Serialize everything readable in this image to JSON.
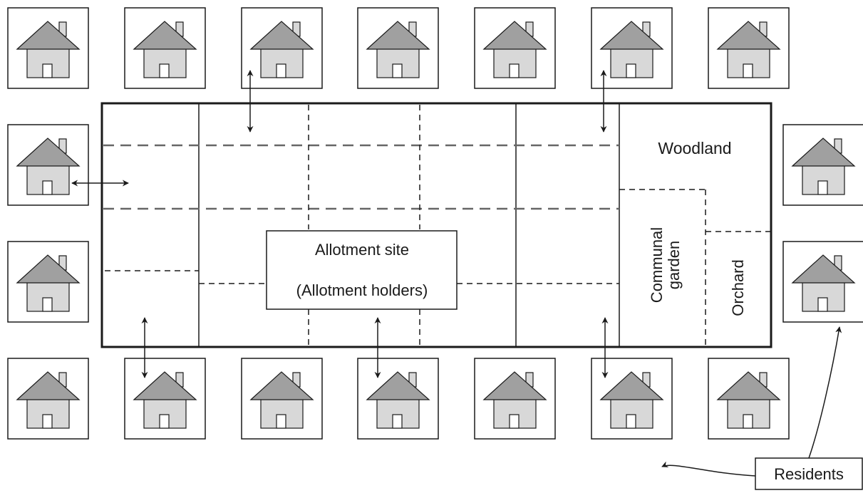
{
  "labels": {
    "allotment_site": "Allotment site",
    "allotment_holders": "(Allotment holders)",
    "woodland": "Woodland",
    "communal": "Communal",
    "garden": "garden",
    "orchard": "Orchard",
    "residents": "Residents"
  },
  "colors": {
    "line": "#1a1a1a",
    "roof": "#a0a0a0",
    "wall": "#d8d8d8",
    "dash": "#555555"
  },
  "icons": {
    "house": "house-icon",
    "arrow": "double-arrow"
  }
}
